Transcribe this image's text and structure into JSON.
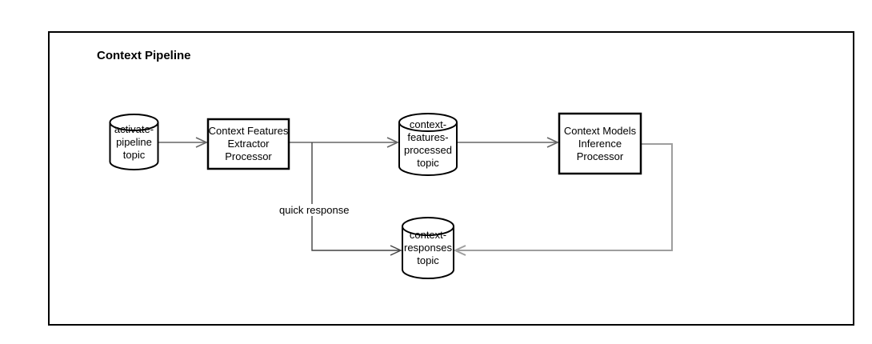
{
  "diagram": {
    "title": "Context Pipeline",
    "nodes": [
      {
        "id": "activate-pipeline-topic",
        "type": "cylinder",
        "label": "activate-\npipeline\ntopic"
      },
      {
        "id": "context-features-extractor-processor",
        "type": "process",
        "label": "Context Features\nExtractor\nProcessor"
      },
      {
        "id": "context-features-processed-topic",
        "type": "cylinder",
        "label": "context-\nfeatures-\nprocessed\ntopic"
      },
      {
        "id": "context-models-inference-processor",
        "type": "process",
        "label": "Context Models\nInference\nProcessor"
      },
      {
        "id": "context-responses-topic",
        "type": "cylinder",
        "label": "context-\nresponses\ntopic"
      }
    ],
    "edge_labels": {
      "quick_response": "quick response"
    },
    "colors": {
      "shape_stroke": "#000000",
      "shape_fill": "#ffffff",
      "edge": "#666666",
      "edge_dark": "#424242",
      "edge_light": "#9e9e9e",
      "background": "#ffffff"
    }
  }
}
